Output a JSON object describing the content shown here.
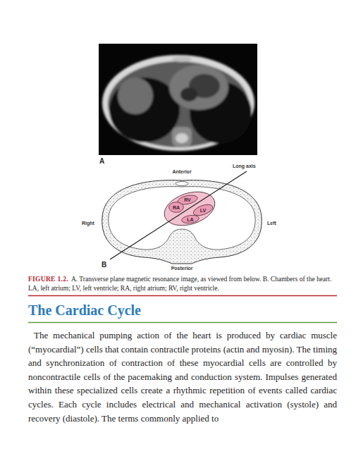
{
  "diagram": {
    "title": "The Cardiac Cycle",
    "caption": "A. Transverse plane magnetic resonance image, as viewed from below. B. Chambers of the heart. LA, left atrium; LV, left ventricle; RA, right atrium; RV, right ventricle.",
    "nodes": [
      {
        "text": [
          "RV"
        ]
      },
      {
        "text": [
          "RA"
        ]
      },
      {
        "text": [
          "LV"
        ]
      },
      {
        "text": [
          "LA"
        ]
      }
    ],
    "labels": [
      "A",
      "Anterior",
      "Long axis",
      "Right",
      "Left",
      "B",
      "Posterior",
      "FIGURE 1.2.",
      "The mechanical pumping action of the heart is produced by cardiac muscle (“myocardial”) cells that contain contractile proteins (actin and myosin). The timing and synchronization of contraction of these myocardial cells are controlled by noncontractile cells of the pacemaking and conduction system. Impulses generated within these specialized cells create a rhythmic repetition of events called cardiac cycles. Each cycle includes electrical and mechanical activation (systole) and recovery (diastole). The terms commonly applied to"
    ]
  }
}
